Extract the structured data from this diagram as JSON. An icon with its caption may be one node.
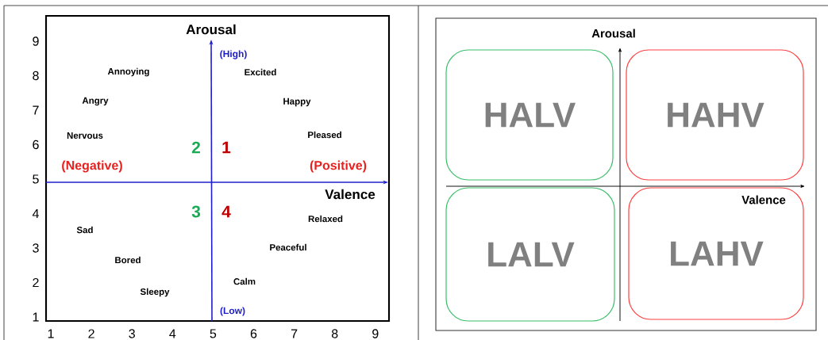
{
  "diagram": {
    "nodes": [
      {
        "text": [
          "HALV"
        ]
      },
      {
        "text": [
          "HAHV"
        ]
      },
      {
        "text": [
          "LALV"
        ]
      },
      {
        "text": [
          "LAHV"
        ]
      }
    ],
    "labels": [
      "Arousal",
      "(High)",
      "Annoying",
      "Excited",
      "Angry",
      "Happy",
      "Nervous",
      "Pleased",
      "2",
      "1",
      "(Negative)",
      "(Positive)",
      "Valence",
      "3",
      "4",
      "Relaxed",
      "Sad",
      "Peaceful",
      "Bored",
      "Calm",
      "Sleepy",
      "(Low)",
      "9",
      "8",
      "7",
      "6",
      "5",
      "4",
      "3",
      "2",
      "1",
      "1",
      "2",
      "3",
      "4",
      "5",
      "6",
      "7",
      "8",
      "9",
      "Arousal",
      "Valence"
    ]
  }
}
